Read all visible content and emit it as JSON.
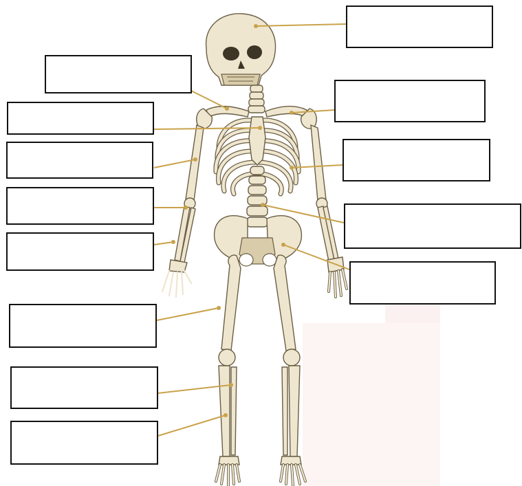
{
  "diagram": {
    "boxes": [
      {
        "id": "skull",
        "text": ""
      },
      {
        "id": "clavicle",
        "text": ""
      },
      {
        "id": "scapula",
        "text": ""
      },
      {
        "id": "sternum",
        "text": ""
      },
      {
        "id": "humerus",
        "text": ""
      },
      {
        "id": "ribs",
        "text": ""
      },
      {
        "id": "ulna",
        "text": ""
      },
      {
        "id": "spine",
        "text": ""
      },
      {
        "id": "radius",
        "text": ""
      },
      {
        "id": "pelvis",
        "text": ""
      },
      {
        "id": "femur",
        "text": ""
      },
      {
        "id": "tibia",
        "text": ""
      },
      {
        "id": "fibula",
        "text": ""
      }
    ]
  },
  "colors": {
    "box_border": "#111111",
    "leader_line": "#c9a24a",
    "bone_fill": "#efe6cf",
    "bone_outline": "#6a5e45"
  }
}
